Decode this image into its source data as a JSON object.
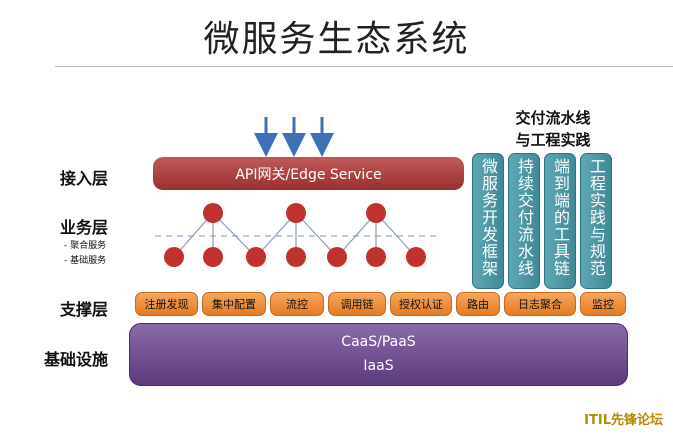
{
  "title": "微服务生态系统",
  "layers": {
    "access": "接入层",
    "business": "业务层",
    "business_sub1": "- 聚合服务",
    "business_sub2": "- 基础服务",
    "support": "支撑层",
    "infra": "基础设施"
  },
  "api_gateway": "API网关/Edge Service",
  "devops": {
    "title_line1": "交付流水线",
    "title_line2": "与工程实践",
    "columns": [
      "微服务开发框架",
      "持续交付流水线",
      "端到端的工具链",
      "工程实践与规范"
    ]
  },
  "support_items": [
    "注册发现",
    "集中配置",
    "流控",
    "调用链",
    "授权认证",
    "路由",
    "日志聚合",
    "监控"
  ],
  "infra": {
    "top": "CaaS/PaaS",
    "bottom": "IaaS"
  },
  "watermark": "ITIL先锋论坛",
  "colors": {
    "gateway": "#a63b3b",
    "node": "#c0322d",
    "devops_column": "#4b96a4",
    "support": "#ee8d3e",
    "infra": "#6b4b8c",
    "arrow": "#3f6fb5"
  }
}
